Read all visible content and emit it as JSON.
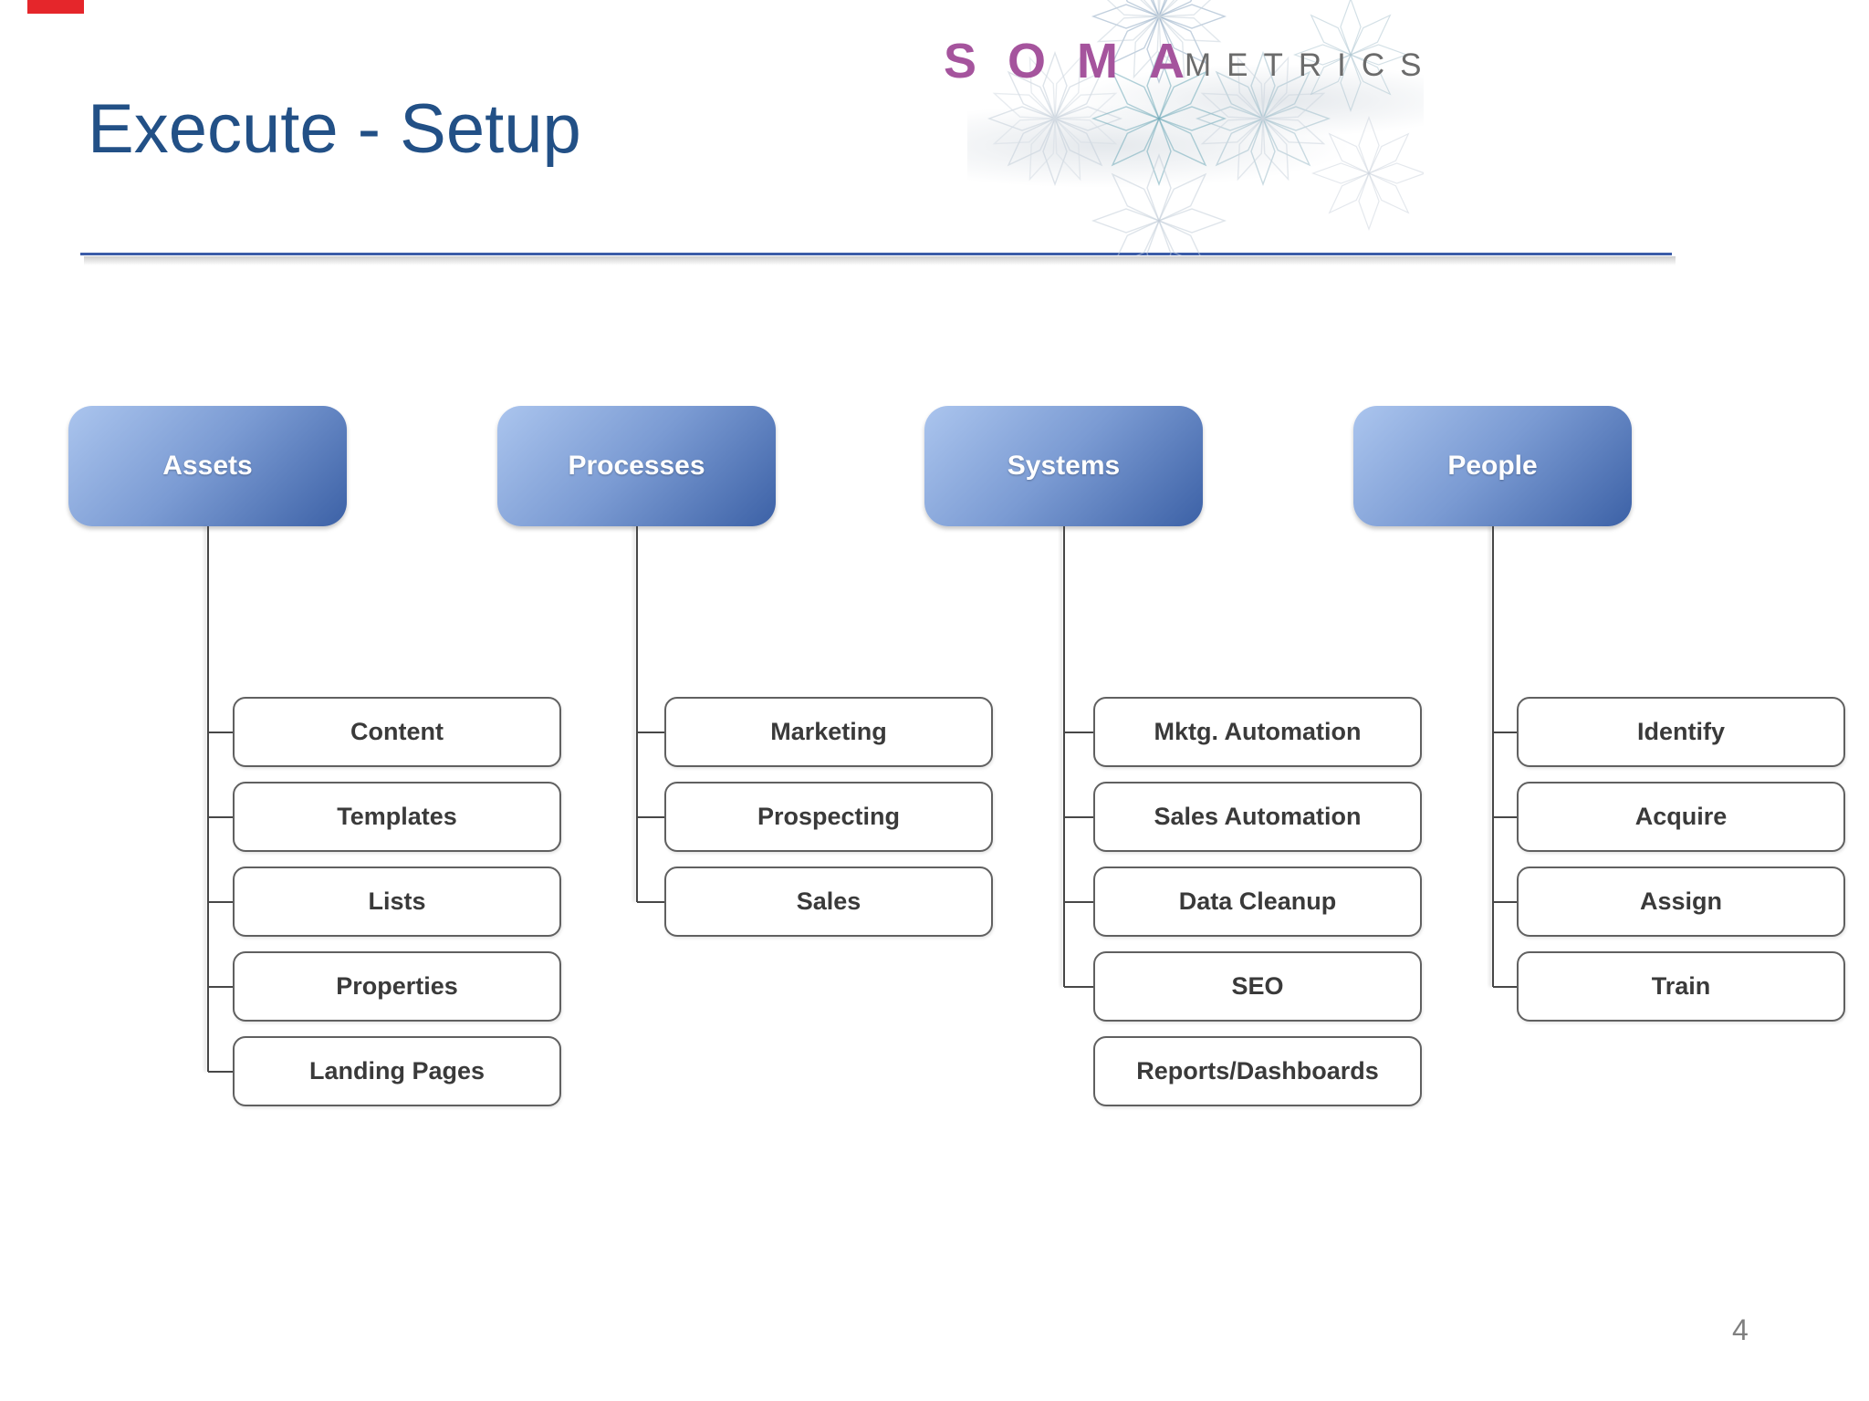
{
  "page": {
    "title": "Execute - Setup",
    "page_number": "4"
  },
  "logo": {
    "word1": "SOMA",
    "word2": "METRICS"
  },
  "colors": {
    "title": "#225086",
    "rule": "#3b5ca8",
    "logo1": "#a5549d",
    "logo2": "#6b6b6b",
    "header_gradient_start": "#abc5ee",
    "header_gradient_end": "#3c61a6",
    "nodeborder": "#606060",
    "nodetext": "#3a3a3a",
    "line": "#474747",
    "red": "#e5262b"
  },
  "diagram": {
    "columns": [
      {
        "label": "Assets",
        "children": [
          {
            "label": "Content",
            "connected": true
          },
          {
            "label": "Templates",
            "connected": true
          },
          {
            "label": "Lists",
            "connected": true
          },
          {
            "label": "Properties",
            "connected": true
          },
          {
            "label": "Landing Pages",
            "connected": true
          }
        ]
      },
      {
        "label": "Processes",
        "children": [
          {
            "label": "Marketing",
            "connected": true
          },
          {
            "label": "Prospecting",
            "connected": true
          },
          {
            "label": "Sales",
            "connected": true
          }
        ]
      },
      {
        "label": "Systems",
        "children": [
          {
            "label": "Mktg. Automation",
            "connected": true
          },
          {
            "label": "Sales Automation",
            "connected": true
          },
          {
            "label": "Data Cleanup",
            "connected": true
          },
          {
            "label": "SEO",
            "connected": true
          },
          {
            "label": "Reports/Dashboards",
            "connected": false
          }
        ]
      },
      {
        "label": "People",
        "children": [
          {
            "label": "Identify",
            "connected": true
          },
          {
            "label": "Acquire",
            "connected": true
          },
          {
            "label": "Assign",
            "connected": true
          },
          {
            "label": "Train",
            "connected": true
          }
        ]
      }
    ]
  }
}
